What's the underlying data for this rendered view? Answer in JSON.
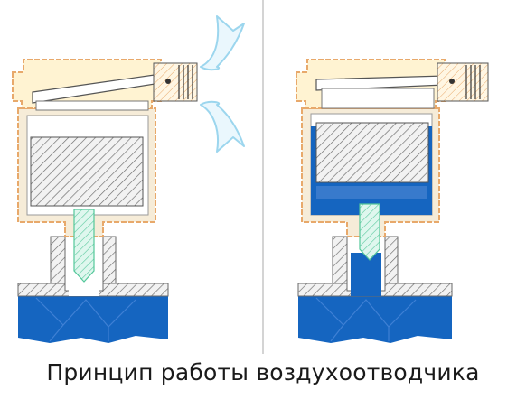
{
  "caption": "Принцип работы воздухоотводчика",
  "colors": {
    "housing_outline": "#e8a96b",
    "housing_fill": "#fff3d2",
    "body_fill": "#f6ecd8",
    "float_hatch": "#6a6a6a",
    "water": "#1565c0",
    "water_light": "#5b8fd8",
    "stem": "#7fd9b4",
    "arrow": "#9cd6ee",
    "divider": "#bdbdbd"
  },
  "panels": [
    {
      "state": "valve-open",
      "icon": "air-escape-arrows"
    },
    {
      "state": "valve-closed",
      "icon": "none"
    }
  ]
}
